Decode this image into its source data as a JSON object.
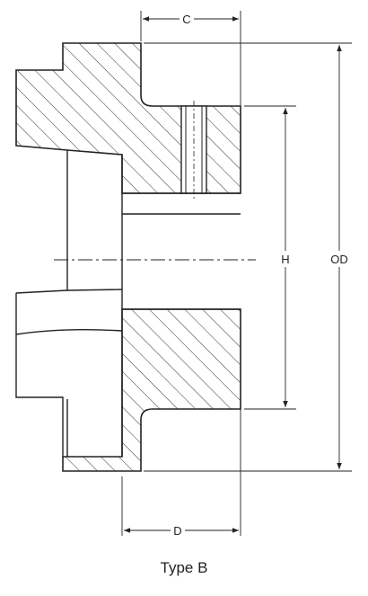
{
  "dimensions": {
    "c_label": "C",
    "d_label": "D",
    "h_label": "H",
    "od_label": "OD"
  },
  "caption": "Type B"
}
